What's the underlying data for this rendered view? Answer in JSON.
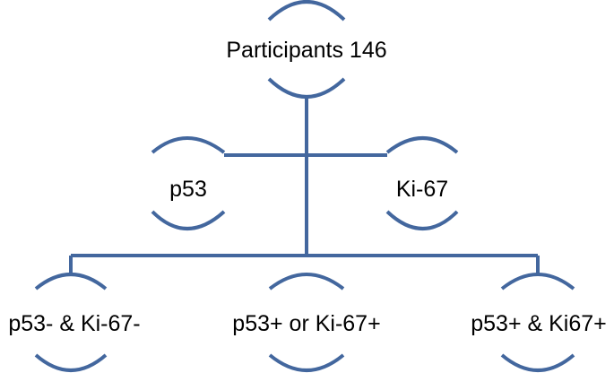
{
  "diagram": {
    "colors": {
      "line": "#43679e",
      "text": "#000000",
      "background": "#ffffff"
    },
    "nodes": {
      "root": {
        "label": "Participants 146"
      },
      "p53": {
        "label": "p53"
      },
      "ki67": {
        "label": "Ki-67"
      },
      "neg_neg": {
        "label": "p53- & Ki-67-"
      },
      "either_pos": {
        "label": "p53+ or Ki-67+"
      },
      "both_pos": {
        "label": "p53+ & Ki67+"
      }
    }
  }
}
